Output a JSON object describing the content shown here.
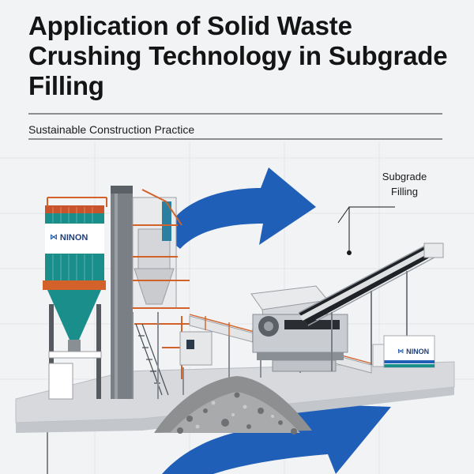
{
  "title": "Application of Solid Waste Crushing Technology in Subgrade Filling",
  "subtitle": "Sustainable Construction Practice",
  "callout": {
    "line1": "Subgrade",
    "line2": "Filling"
  },
  "brand": {
    "tower": "NINON",
    "box": "NINON",
    "logo_icon": "bowtie-logo-icon"
  },
  "colors": {
    "background": "#f2f3f5",
    "arrow_blue": "#1f5fb8",
    "tower_teal": "#1a8e8a",
    "rail_orange": "#d2622a",
    "steel_grey": "#8a8f96",
    "brand_navy": "#1f3f7a"
  }
}
